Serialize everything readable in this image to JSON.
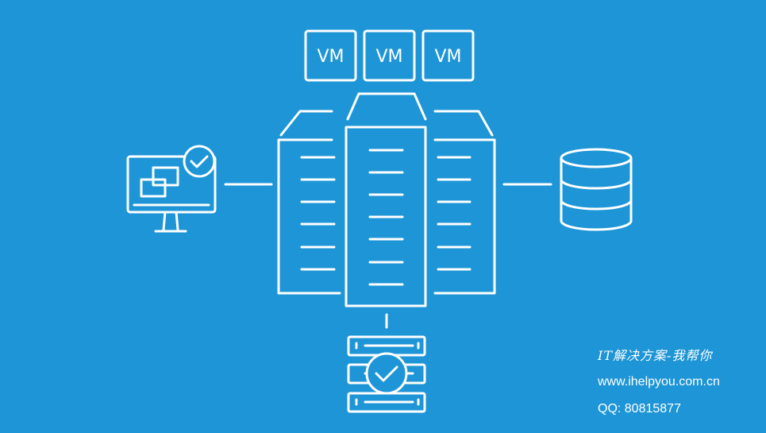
{
  "diagram": {
    "vms": [
      "VM",
      "VM",
      "VM"
    ],
    "icons": {
      "monitor": "monitor-check-icon",
      "database": "database-icon",
      "server": "server-rack-icon",
      "backup": "backup-server-check-icon"
    }
  },
  "watermark": {
    "title": "IT解决方案-我帮你",
    "url": "www.ihelpyou.com.cn",
    "qq": "QQ: 80815877"
  },
  "colors": {
    "background": "#1e95d6",
    "foreground": "#ffffff"
  }
}
